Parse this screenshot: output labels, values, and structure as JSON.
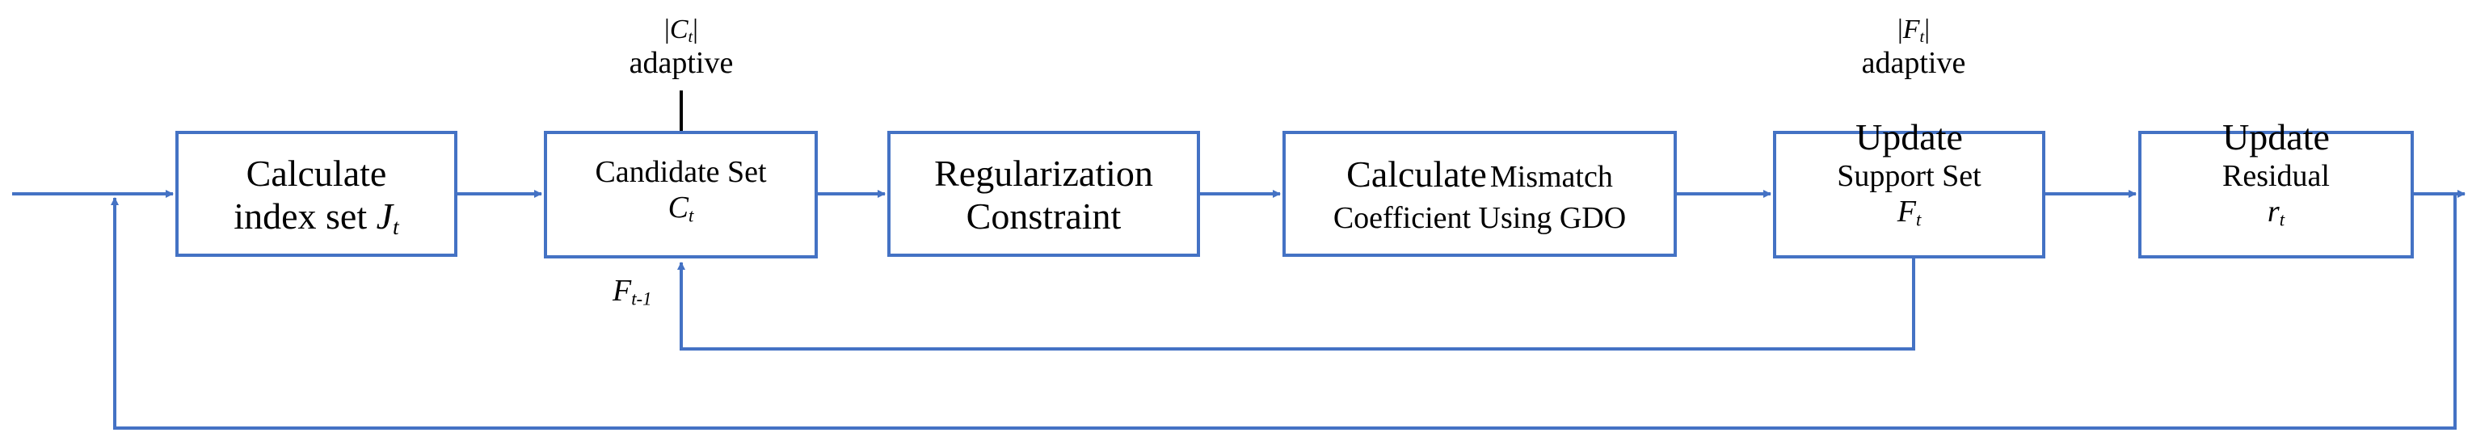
{
  "blocks": [
    {
      "line1": "Calculate",
      "line2_text": "index set ",
      "line2_sym": "J",
      "line2_sub": "t"
    },
    {
      "line1": "Candidate Set",
      "line2_sym": "C",
      "line2_sub": "t"
    },
    {
      "line1": "Regularization",
      "line2": "Constraint"
    },
    {
      "line1_a": "Calculate",
      "line1_b": "Mismatch",
      "line2": "Coefficient Using GDO"
    },
    {
      "line1": "Update",
      "line2": "Support Set",
      "line3_sym": "F",
      "line3_sub": "t"
    },
    {
      "line1": "Update",
      "line2": "Residual",
      "line3_sym": "r",
      "line3_sub": "t"
    }
  ],
  "annotations": {
    "ct": {
      "prefix": "|",
      "sym": "C",
      "sub": "t",
      "suffix": "|",
      "word": "adaptive"
    },
    "ft": {
      "prefix": "|",
      "sym": "F",
      "sub": "t",
      "suffix": "|",
      "word": "adaptive"
    },
    "feedback": {
      "sym": "F",
      "sub": "t-1"
    }
  },
  "colors": {
    "accent": "#4472C4"
  }
}
